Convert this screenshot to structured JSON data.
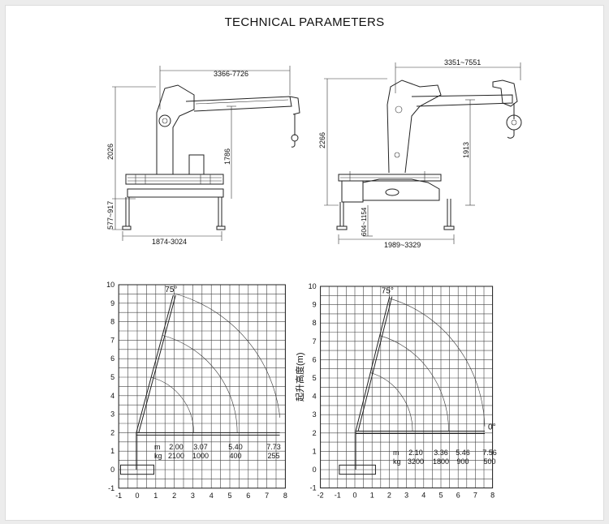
{
  "page": {
    "title": "TECHNICAL PARAMETERS"
  },
  "side_view": {
    "dims": {
      "boom_reach": "3366-7726",
      "height": "2026",
      "column_height": "1786",
      "leg_extension": "577~917",
      "outrigger_span": "1874-3024"
    }
  },
  "rear_view": {
    "dims": {
      "boom_reach": "3351~7551",
      "height": "2266",
      "column_height": "1913",
      "leg_extension": "604~1154",
      "outrigger_span": "1989~3329"
    }
  },
  "chart_left": {
    "angle_label": "75°",
    "x_ticks": [
      "-1",
      "0",
      "1",
      "2",
      "3",
      "4",
      "5",
      "6",
      "7",
      "8"
    ],
    "y_ticks": [
      "-1",
      "0",
      "1",
      "2",
      "3",
      "4",
      "5",
      "6",
      "7",
      "8",
      "9",
      "10"
    ],
    "m_label": "m",
    "kg_label": "kg",
    "load_points": [
      {
        "m": "2.00",
        "kg": "2100"
      },
      {
        "m": "3.07",
        "kg": "1000"
      },
      {
        "m": "5.40",
        "kg": "400"
      },
      {
        "m": "7.73",
        "kg": "255"
      }
    ]
  },
  "chart_right": {
    "angle_label": "75°",
    "end_angle_label": "0°",
    "y_axis_label": "起升高度(m)",
    "x_ticks": [
      "-2",
      "-1",
      "0",
      "1",
      "2",
      "3",
      "4",
      "5",
      "6",
      "7",
      "8"
    ],
    "y_ticks": [
      "-1",
      "0",
      "1",
      "2",
      "3",
      "4",
      "5",
      "6",
      "7",
      "8",
      "9",
      "10"
    ],
    "m_label": "m",
    "kg_label": "kg",
    "load_points": [
      {
        "m": "2.10",
        "kg": "3200"
      },
      {
        "m": "3.36",
        "kg": "1800"
      },
      {
        "m": "5.46",
        "kg": "900"
      },
      {
        "m": "7.56",
        "kg": "500"
      }
    ]
  }
}
